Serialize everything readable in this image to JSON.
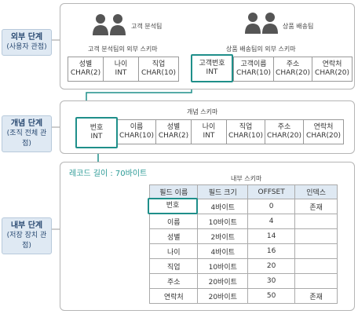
{
  "levels": {
    "external": {
      "name": "외부 단계",
      "sub": "(사용자 관점)"
    },
    "conceptual": {
      "name": "개념 단계",
      "sub": "(조직 전체 관점)"
    },
    "internal": {
      "name": "내부 단계",
      "sub": "(저장 장치 관점)"
    }
  },
  "external": {
    "team1": {
      "name": "고객 분석팀",
      "schema_title": "고객 분석팀의 외부 스키마",
      "fields": [
        {
          "name": "성별",
          "type": "CHAR(2)"
        },
        {
          "name": "나이",
          "type": "INT"
        },
        {
          "name": "직업",
          "type": "CHAR(10)"
        }
      ]
    },
    "team2": {
      "name": "상품 배송팀",
      "schema_title": "상품 배송팀의 외부 스키마",
      "fields": [
        {
          "name": "고객번호",
          "type": "INT"
        },
        {
          "name": "고객이름",
          "type": "CHAR(10)"
        },
        {
          "name": "주소",
          "type": "CHAR(20)"
        },
        {
          "name": "연락처",
          "type": "CHAR(20)"
        }
      ]
    }
  },
  "conceptual": {
    "title": "개념 스키마",
    "fields": [
      {
        "name": "번호",
        "type": "INT"
      },
      {
        "name": "이름",
        "type": "CHAR(10)"
      },
      {
        "name": "성별",
        "type": "CHAR(2)"
      },
      {
        "name": "나이",
        "type": "INT"
      },
      {
        "name": "직업",
        "type": "CHAR(10)"
      },
      {
        "name": "주소",
        "type": "CHAR(20)"
      },
      {
        "name": "연락처",
        "type": "CHAR(20)"
      }
    ]
  },
  "internal": {
    "record_length": "레코드 길이 : 70바이트",
    "title": "내부 스키마",
    "headers": [
      "필드 이름",
      "필드 크기",
      "OFFSET",
      "인덱스"
    ],
    "rows": [
      [
        "번호",
        "4바이트",
        "0",
        "존재"
      ],
      [
        "이름",
        "10바이트",
        "4",
        ""
      ],
      [
        "성별",
        "2바이트",
        "14",
        ""
      ],
      [
        "나이",
        "4바이트",
        "16",
        ""
      ],
      [
        "직업",
        "10바이트",
        "20",
        ""
      ],
      [
        "주소",
        "20바이트",
        "30",
        ""
      ],
      [
        "연락처",
        "20바이트",
        "50",
        "존재"
      ]
    ]
  },
  "colors": {
    "accent": "#1f8f8a",
    "label_bg": "#dfe9f3",
    "header_bg": "#dfe9f3"
  }
}
